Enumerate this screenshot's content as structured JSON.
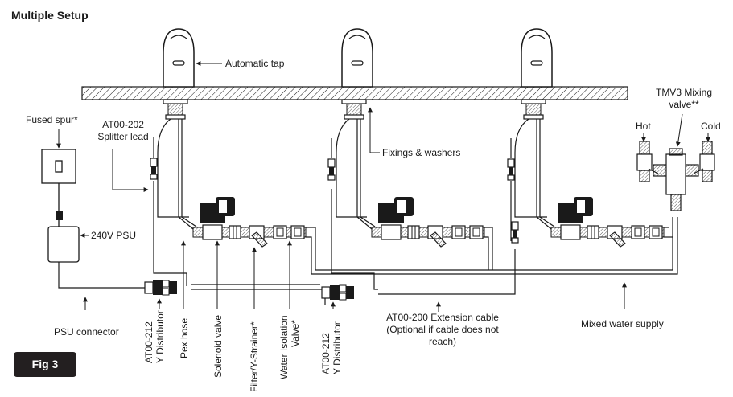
{
  "title": "Multiple Setup",
  "figure_label": "Fig 3",
  "labels": {
    "automatic_tap": "Automatic tap",
    "tmv3_line1": "TMV3 Mixing",
    "tmv3_line2": "valve**",
    "hot": "Hot",
    "cold": "Cold",
    "fused_spur": "Fused spur*",
    "splitter_line1": "AT00-202",
    "splitter_line2": "Splitter lead",
    "fixings": "Fixings & washers",
    "psu": "240V PSU",
    "psu_connector": "PSU connector",
    "extension_line1": "AT00-200 Extension cable",
    "extension_line2": "(Optional if cable does not",
    "extension_line3": "reach)",
    "mixed_water": "Mixed water supply",
    "y_dist_1_line1": "AT00-212",
    "y_dist_1_line2": "Y Distributor",
    "pex_hose": "Pex hose",
    "solenoid_valve": "Solenoid valve",
    "filter": "Filter/Y-Strainer*",
    "iso_line1": "Water Isolation",
    "iso_line2": "Valve*",
    "y_dist_2_line1": "AT00-212",
    "y_dist_2_line2": "Y Distributor"
  },
  "colors": {
    "line": "#1a1a1a",
    "badge": "#231f20",
    "fill_grey": "#d9d9d9"
  }
}
